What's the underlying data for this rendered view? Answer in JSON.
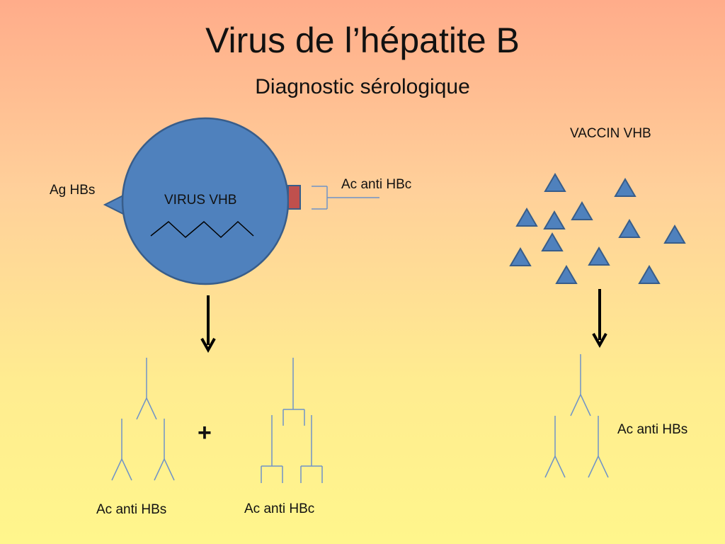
{
  "title": "Virus de l’hépatite B",
  "subtitle": "Diagnostic sérologique",
  "labels": {
    "ag_hbs": "Ag HBs",
    "virus": "VIRUS VHB",
    "ac_anti_hbc_top": "Ac anti HBc",
    "vaccin": "VACCIN VHB",
    "plus": "+",
    "ac_anti_hbs_bottom": "Ac anti HBs",
    "ac_anti_hbc_bottom": "Ac anti HBc",
    "ac_anti_hbs_right": "Ac anti HBs"
  },
  "colors": {
    "virus_fill": "#4F81BD",
    "virus_stroke": "#385D8A",
    "antigen_core": "#C0504D",
    "antibody_line": "#6F93C8",
    "arrow": "#000000"
  },
  "icons": {
    "surface_antigen": "triangle",
    "core_antigen": "rectangle",
    "viral_dna": "zigzag",
    "antibody_y": "y-shape",
    "antibody_bracket": "bracket-shape"
  }
}
